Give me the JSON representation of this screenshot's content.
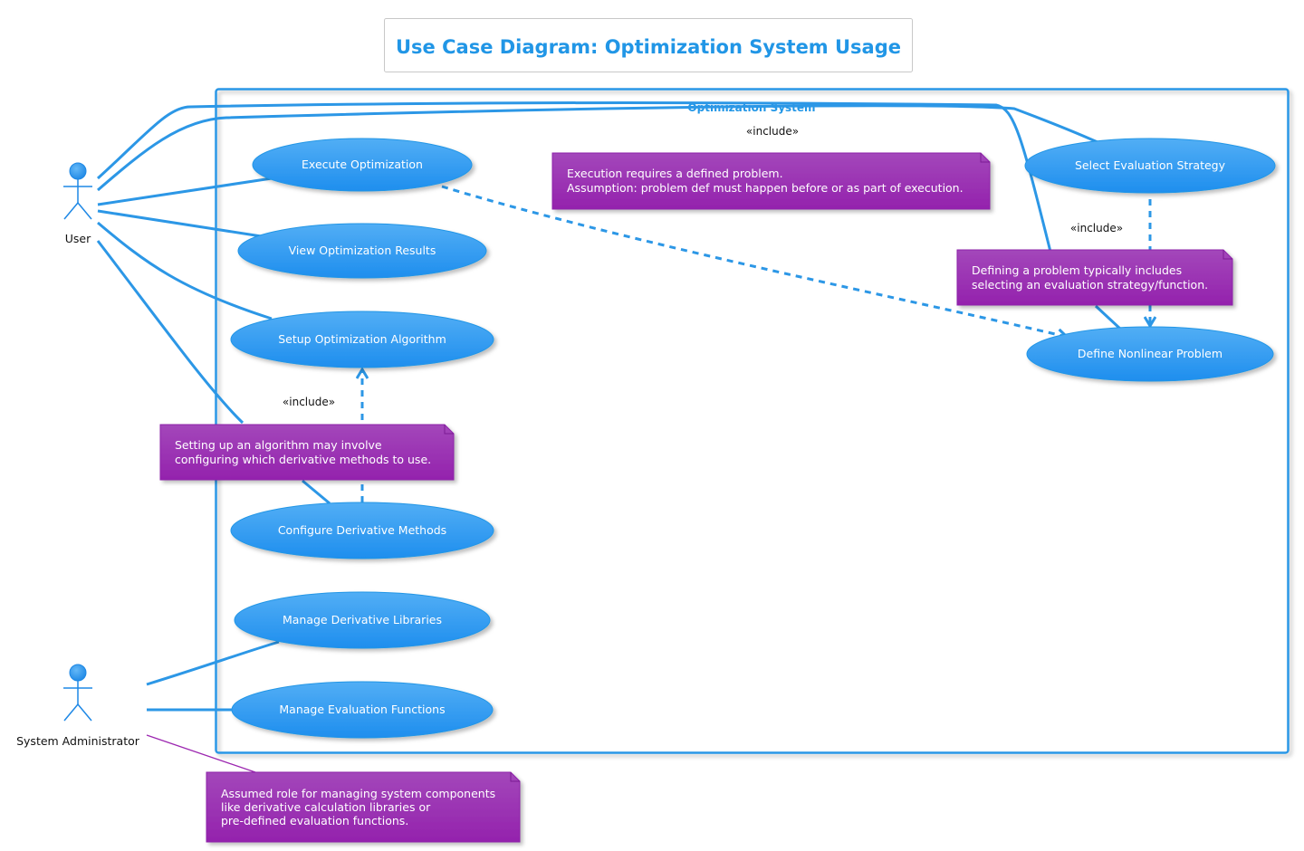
{
  "title": "Use Case Diagram: Optimization System Usage",
  "system": {
    "label": "Optimization System"
  },
  "actors": {
    "user": "User",
    "admin": "System Administrator"
  },
  "use_cases": {
    "execute_optimization": "Execute Optimization",
    "view_results": "View Optimization Results",
    "setup_algorithm": "Setup Optimization Algorithm",
    "configure_derivative": "Configure Derivative Methods",
    "manage_libraries": "Manage Derivative Libraries",
    "manage_eval_functions": "Manage Evaluation Functions",
    "select_eval_strategy": "Select Evaluation Strategy",
    "define_problem": "Define Nonlinear Problem"
  },
  "relations": {
    "include_execute_define": "«include»",
    "include_define_strategy": "«include»",
    "include_setup_configure": "«include»"
  },
  "notes": {
    "execution": {
      "line1": "Execution requires a defined problem.",
      "line2": "Assumption: problem def must happen before or as part of execution."
    },
    "define_problem": {
      "line1": "Defining a problem typically includes",
      "line2": "selecting an evaluation strategy/function."
    },
    "setup_algorithm": {
      "line1": "Setting up an algorithm may involve",
      "line2": "configuring which derivative methods to use."
    },
    "admin": {
      "line1": "Assumed role for managing system components",
      "line2": "like derivative calculation libraries or",
      "line3": "pre-defined evaluation functions."
    }
  },
  "colors": {
    "primary_blue": "#2196E6",
    "use_case_fill": "#2196F3",
    "note_purple": "#9C27B0",
    "frame_blue": "#2C97E6"
  }
}
